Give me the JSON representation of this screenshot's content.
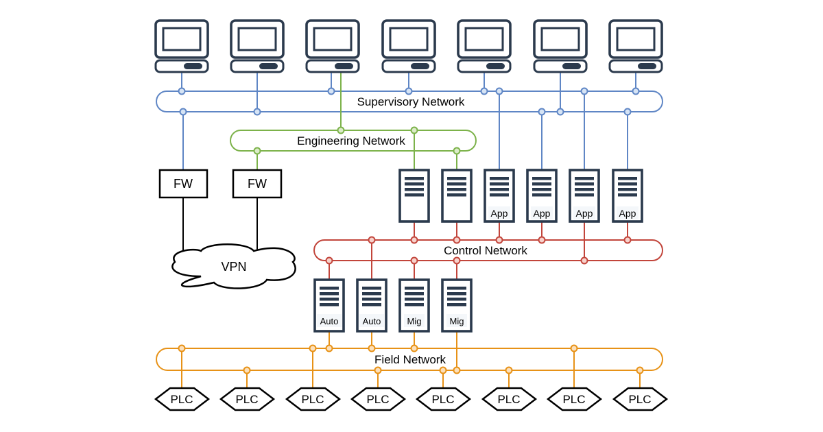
{
  "diagram_type": "industrial-control-network-architecture",
  "networks": {
    "supervisory": {
      "label": "Supervisory Network",
      "color": "#5f86c5",
      "dot_fill": "#d6e4f5"
    },
    "engineering": {
      "label": "Engineering Network",
      "color": "#7cb24a",
      "dot_fill": "#dcecc9"
    },
    "control": {
      "label": "Control Network",
      "color": "#c2453b",
      "dot_fill": "#f7d2cc"
    },
    "field": {
      "label": "Field Network",
      "color": "#e79217",
      "dot_fill": "#fce0bb"
    }
  },
  "devices": {
    "stroke_color": "#2b3a4d",
    "outline_color": "#000000",
    "workstation_count": 7,
    "firewalls": [
      {
        "label": "FW"
      },
      {
        "label": "FW"
      }
    ],
    "vpn": {
      "label": "VPN"
    },
    "supervisory_servers": [
      {
        "label": ""
      },
      {
        "label": ""
      },
      {
        "label": "App"
      },
      {
        "label": "App"
      },
      {
        "label": "App"
      },
      {
        "label": "App"
      }
    ],
    "control_servers": [
      {
        "label": "Auto"
      },
      {
        "label": "Auto"
      },
      {
        "label": "Mig"
      },
      {
        "label": "Mig"
      }
    ],
    "plcs": [
      {
        "label": "PLC"
      },
      {
        "label": "PLC"
      },
      {
        "label": "PLC"
      },
      {
        "label": "PLC"
      },
      {
        "label": "PLC"
      },
      {
        "label": "PLC"
      },
      {
        "label": "PLC"
      },
      {
        "label": "PLC"
      }
    ]
  }
}
